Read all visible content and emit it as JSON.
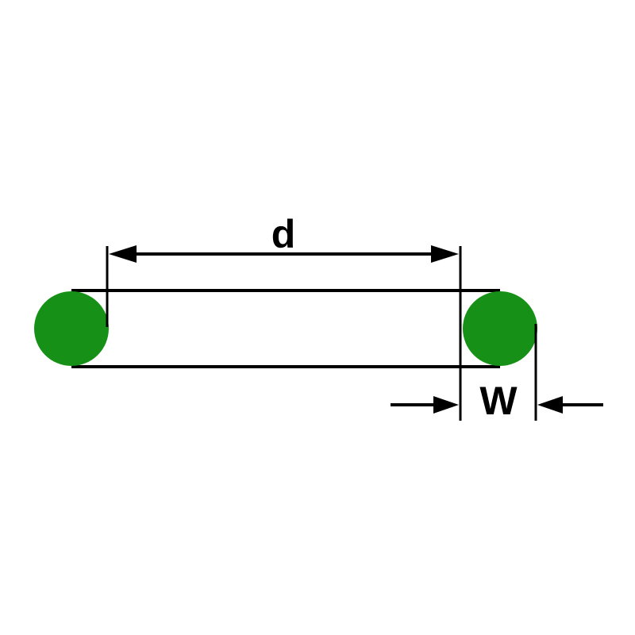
{
  "diagram": {
    "type": "technical-dimension-diagram",
    "subject": "o-ring cross-section with dimension callouts",
    "labels": {
      "diameter": "d",
      "width": "W"
    },
    "colors": {
      "ring": "#169016",
      "line": "#000000",
      "background": "#ffffff"
    }
  }
}
